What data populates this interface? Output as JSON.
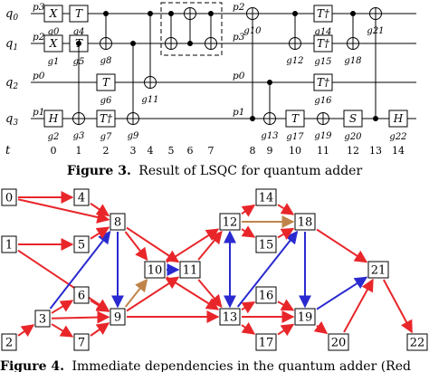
{
  "figure3": {
    "qubits": [
      {
        "name": "q0",
        "label_main": "q",
        "label_sub": "0",
        "init": "p3"
      },
      {
        "name": "q1",
        "label_main": "q",
        "label_sub": "1",
        "init": "p2"
      },
      {
        "name": "q2",
        "label_main": "q",
        "label_sub": "2",
        "init": "p0"
      },
      {
        "name": "q3",
        "label_main": "q",
        "label_sub": "3",
        "init": "p1"
      }
    ],
    "mid_labels": [
      "p2",
      "p3",
      "p0",
      "p1"
    ],
    "t_label": "t",
    "time_ticks": [
      "0",
      "1",
      "2",
      "3",
      "4",
      "5",
      "6",
      "7",
      "8",
      "9",
      "10",
      "11",
      "12",
      "13",
      "14"
    ],
    "single_gates": [
      {
        "name": "X",
        "qubit": 0,
        "col": 0,
        "sub": "g0"
      },
      {
        "name": "T",
        "qubit": 0,
        "col": 1,
        "sub": "g4"
      },
      {
        "name": "X",
        "qubit": 1,
        "col": 0,
        "sub": "g1"
      },
      {
        "name": "T",
        "qubit": 1,
        "col": 1,
        "sub": "g5"
      },
      {
        "name": "T",
        "qubit": 2,
        "col": 2,
        "sub": "g6"
      },
      {
        "name": "H",
        "qubit": 3,
        "col": 0,
        "sub": "g2"
      },
      {
        "name": "T†",
        "qubit": 3,
        "col": 2,
        "sub": "g7"
      },
      {
        "name": "T†",
        "qubit": 0,
        "col": 11,
        "sub": "g14"
      },
      {
        "name": "T†",
        "qubit": 1,
        "col": 11,
        "sub": "g15"
      },
      {
        "name": "T†",
        "qubit": 2,
        "col": 11,
        "sub": "g16"
      },
      {
        "name": "T",
        "qubit": 3,
        "col": 10,
        "sub": "g17"
      },
      {
        "name": "S",
        "qubit": 3,
        "col": 12,
        "sub": "g20"
      },
      {
        "name": "H",
        "qubit": 3,
        "col": 14,
        "sub": "g22"
      }
    ],
    "cnots": [
      {
        "col": 2,
        "control": 0,
        "target": 1,
        "sub": "g8"
      },
      {
        "col": 1,
        "control": 1,
        "target": 3,
        "sub": "g3"
      },
      {
        "col": 3,
        "control": 1,
        "target": 3,
        "sub": "g9"
      },
      {
        "col": 4,
        "control": 0,
        "target": 2,
        "sub": "g11"
      },
      {
        "col": 5,
        "control": 0,
        "target": 1,
        "sub": ""
      },
      {
        "col": 6,
        "control": 1,
        "target": 0,
        "sub": ""
      },
      {
        "col": 7,
        "control": 0,
        "target": 1,
        "sub": ""
      },
      {
        "col": 8,
        "control": 3,
        "target": 0,
        "sub": "g10"
      },
      {
        "col": 9,
        "control": 2,
        "target": 3,
        "sub": "g13"
      },
      {
        "col": 10,
        "control": 0,
        "target": 1,
        "sub": "g12"
      },
      {
        "col": 11,
        "control": 3,
        "target": 3,
        "sub": "g19"
      },
      {
        "col": 12,
        "control": 0,
        "target": 1,
        "sub": "g18"
      },
      {
        "col": 13,
        "control": 3,
        "target": 0,
        "sub": "g21"
      }
    ]
  },
  "caption3": {
    "label": "Figure 3.",
    "text": "Result of LSQC for quantum adder"
  },
  "figure4": {
    "nodes": [
      {
        "id": "0"
      },
      {
        "id": "1"
      },
      {
        "id": "2"
      },
      {
        "id": "3"
      },
      {
        "id": "4"
      },
      {
        "id": "5"
      },
      {
        "id": "6"
      },
      {
        "id": "7"
      },
      {
        "id": "8"
      },
      {
        "id": "9"
      },
      {
        "id": "10"
      },
      {
        "id": "11"
      },
      {
        "id": "12"
      },
      {
        "id": "13"
      },
      {
        "id": "14"
      },
      {
        "id": "15"
      },
      {
        "id": "16"
      },
      {
        "id": "17"
      },
      {
        "id": "18"
      },
      {
        "id": "19"
      },
      {
        "id": "20"
      },
      {
        "id": "21"
      },
      {
        "id": "22"
      }
    ],
    "edges": [
      {
        "from": "0",
        "to": "4",
        "color": "red"
      },
      {
        "from": "0",
        "to": "8",
        "color": "red"
      },
      {
        "from": "1",
        "to": "5",
        "color": "red"
      },
      {
        "from": "1",
        "to": "9",
        "color": "red"
      },
      {
        "from": "2",
        "to": "3",
        "color": "red"
      },
      {
        "from": "3",
        "to": "6",
        "color": "red"
      },
      {
        "from": "3",
        "to": "7",
        "color": "red"
      },
      {
        "from": "3",
        "to": "8",
        "color": "blue"
      },
      {
        "from": "3",
        "to": "9",
        "color": "red"
      },
      {
        "from": "4",
        "to": "8",
        "color": "red"
      },
      {
        "from": "5",
        "to": "8",
        "color": "red"
      },
      {
        "from": "6",
        "to": "9",
        "color": "red"
      },
      {
        "from": "7",
        "to": "9",
        "color": "red"
      },
      {
        "from": "8",
        "to": "9",
        "color": "blue"
      },
      {
        "from": "8",
        "to": "10",
        "color": "red"
      },
      {
        "from": "8",
        "to": "11",
        "color": "red"
      },
      {
        "from": "9",
        "to": "10",
        "color": "brown"
      },
      {
        "from": "9",
        "to": "11",
        "color": "red"
      },
      {
        "from": "9",
        "to": "13",
        "color": "red"
      },
      {
        "from": "10",
        "to": "11",
        "color": "blue"
      },
      {
        "from": "10",
        "to": "12",
        "color": "red"
      },
      {
        "from": "10",
        "to": "13",
        "color": "red"
      },
      {
        "from": "11",
        "to": "12",
        "color": "red"
      },
      {
        "from": "11",
        "to": "13",
        "color": "red"
      },
      {
        "from": "12",
        "to": "14",
        "color": "red"
      },
      {
        "from": "12",
        "to": "15",
        "color": "red"
      },
      {
        "from": "12",
        "to": "13",
        "color": "blue"
      },
      {
        "from": "12",
        "to": "18",
        "color": "brown"
      },
      {
        "from": "13",
        "to": "12",
        "color": "blue"
      },
      {
        "from": "13",
        "to": "16",
        "color": "red"
      },
      {
        "from": "13",
        "to": "17",
        "color": "red"
      },
      {
        "from": "13",
        "to": "18",
        "color": "blue"
      },
      {
        "from": "13",
        "to": "19",
        "color": "red"
      },
      {
        "from": "14",
        "to": "18",
        "color": "red"
      },
      {
        "from": "15",
        "to": "18",
        "color": "red"
      },
      {
        "from": "16",
        "to": "19",
        "color": "red"
      },
      {
        "from": "17",
        "to": "19",
        "color": "red"
      },
      {
        "from": "18",
        "to": "19",
        "color": "blue"
      },
      {
        "from": "18",
        "to": "21",
        "color": "red"
      },
      {
        "from": "19",
        "to": "20",
        "color": "red"
      },
      {
        "from": "19",
        "to": "21",
        "color": "blue"
      },
      {
        "from": "20",
        "to": "21",
        "color": "red"
      },
      {
        "from": "21",
        "to": "22",
        "color": "red"
      }
    ],
    "colors": {
      "red": "#e8262a",
      "blue": "#2a2ad0",
      "brown": "#c0844a"
    }
  },
  "caption4": {
    "label": "Figure 4.",
    "text": "Immediate dependencies in the quantum adder (Red"
  }
}
